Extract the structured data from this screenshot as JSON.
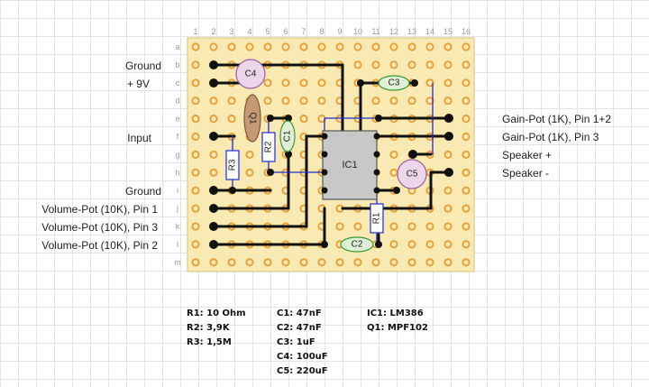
{
  "board": {
    "columns": [
      "1",
      "2",
      "3",
      "4",
      "5",
      "6",
      "7",
      "8",
      "9",
      "10",
      "11",
      "12",
      "13",
      "14",
      "15",
      "16"
    ],
    "rows": [
      "a",
      "b",
      "c",
      "d",
      "e",
      "f",
      "g",
      "h",
      "i",
      "j",
      "k",
      "l",
      "m"
    ]
  },
  "left_labels": [
    "Ground",
    "+ 9V",
    "Input",
    "Ground",
    "Volume-Pot (10K), Pin 1",
    "Volume-Pot (10K), Pin 3",
    "Volume-Pot (10K), Pin 2"
  ],
  "right_labels": [
    "Gain-Pot (1K), Pin 1+2",
    "Gain-Pot (1K), Pin 3",
    "Speaker +",
    "Speaker -"
  ],
  "components": {
    "c4": "C4",
    "c1": "C1",
    "c3": "C3",
    "c5": "C5",
    "c2": "C2",
    "q1": "Q1",
    "r1": "R1",
    "r2": "R2",
    "r3": "R3",
    "ic1": "IC1"
  },
  "legend": {
    "col1": [
      "R1: 10 Ohm",
      "R2: 3,9K",
      "R3: 1,5M"
    ],
    "col2": [
      "C1: 47nF",
      "C2: 47nF",
      "C3: 1uF",
      "C4: 100uF",
      "C5: 220uF"
    ],
    "col3": [
      "IC1: LM386",
      "Q1: MPF102"
    ]
  },
  "colors": {
    "board": "#f8eab2",
    "pad": "#e8a23a",
    "track": "#111111",
    "wire": "#1f2bd1",
    "ic": "#c8c8c8",
    "cap_ceramic": "#dff0d6",
    "cap_elec": "#ebd6ec",
    "transistor": "#c49a74"
  }
}
